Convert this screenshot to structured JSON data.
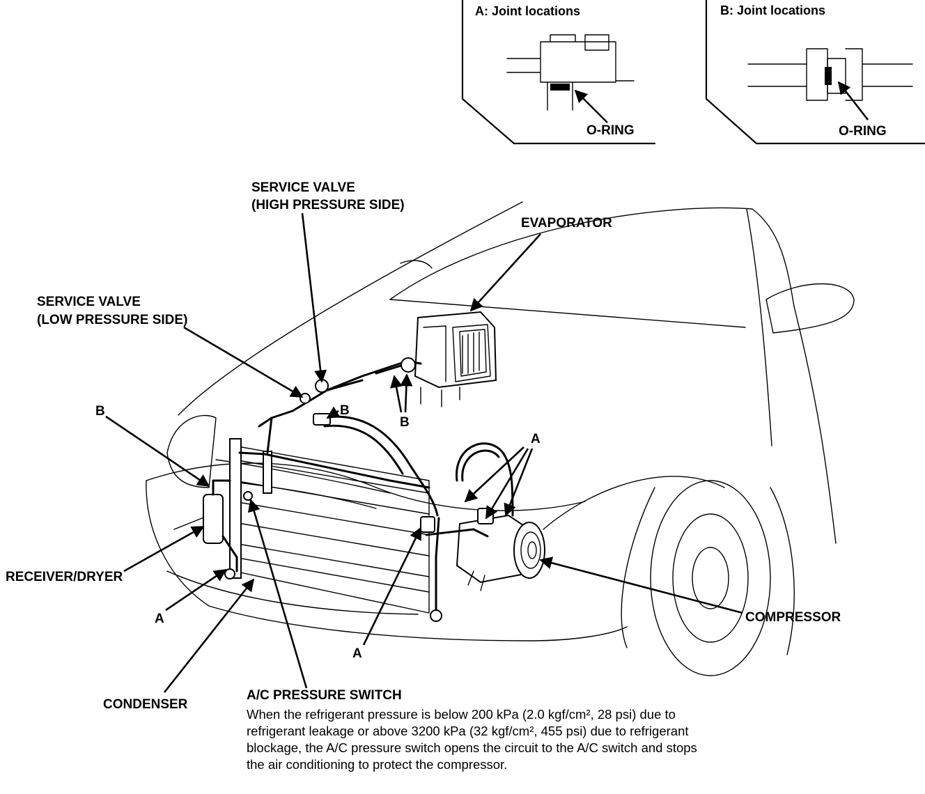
{
  "inset_a": {
    "title": "A: Joint locations",
    "oring_label": "O-RING"
  },
  "inset_b": {
    "title": "B: Joint locations",
    "oring_label": "O-RING"
  },
  "labels": {
    "service_valve_high_line1": "SERVICE VALVE",
    "service_valve_high_line2": "(HIGH PRESSURE SIDE)",
    "service_valve_low_line1": "SERVICE VALVE",
    "service_valve_low_line2": "(LOW PRESSURE SIDE)",
    "evaporator": "EVAPORATOR",
    "receiver_dryer": "RECEIVER/DRYER",
    "compressor": "COMPRESSOR",
    "condenser": "CONDENSER",
    "joint_a": "A",
    "joint_b": "B"
  },
  "note": {
    "title": "A/C PRESSURE SWITCH",
    "body": "When the refrigerant pressure is below 200 kPa (2.0 kgf/cm², 28 psi) due to refrigerant leakage or above 3200 kPa (32 kgf/cm², 455 psi) due to refrigerant blockage, the A/C pressure switch opens the circuit to the A/C switch and stops the air conditioning to protect the compressor."
  }
}
